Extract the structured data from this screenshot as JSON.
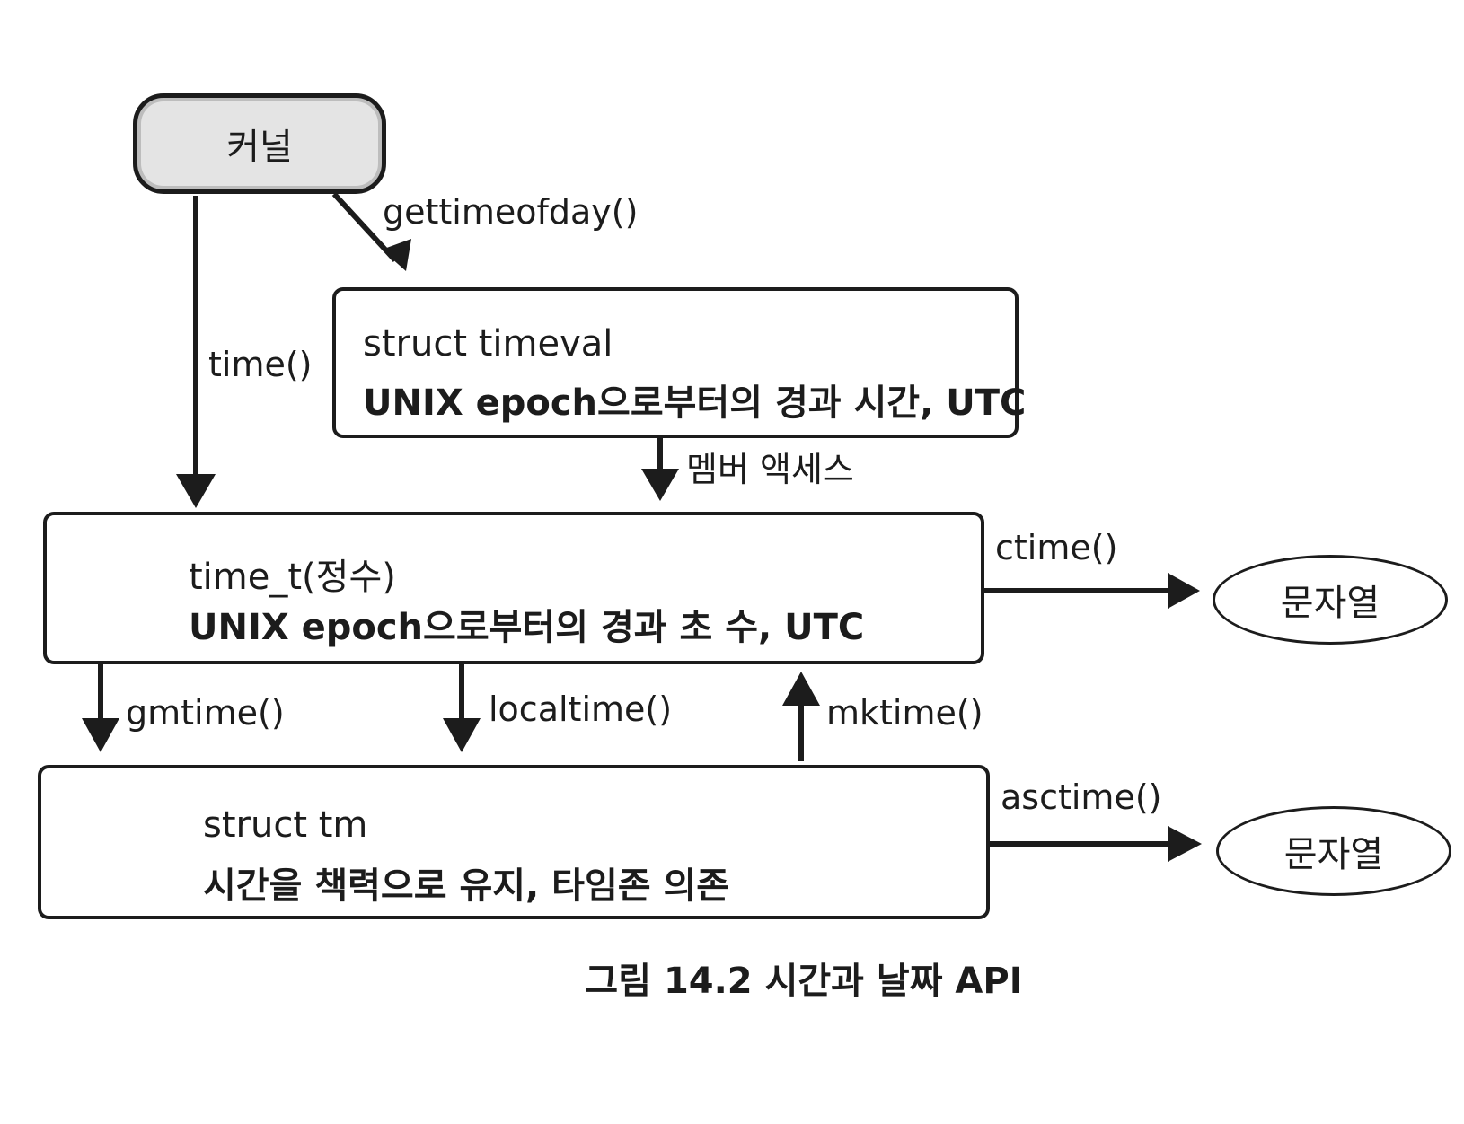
{
  "nodes": {
    "kernel": {
      "label": "커널"
    },
    "timeval": {
      "line1": "struct timeval",
      "line2": "UNIX epoch으로부터의 경과 시간, UTC"
    },
    "time_t": {
      "line1": "time_t(정수)",
      "line2": "UNIX epoch으로부터의 경과 초 수, UTC"
    },
    "tm": {
      "line1": "struct tm",
      "line2": "시간을 책력으로 유지, 타임존 의존"
    },
    "string_ctime": {
      "label": "문자열"
    },
    "string_asctime": {
      "label": "문자열"
    }
  },
  "edges": {
    "gettimeofday": "gettimeofday()",
    "time": "time()",
    "member_access": "멤버 액세스",
    "ctime": "ctime()",
    "gmtime": "gmtime()",
    "localtime": "localtime()",
    "mktime": "mktime()",
    "asctime": "asctime()"
  },
  "caption": "그림 14.2  시간과 날짜 API"
}
